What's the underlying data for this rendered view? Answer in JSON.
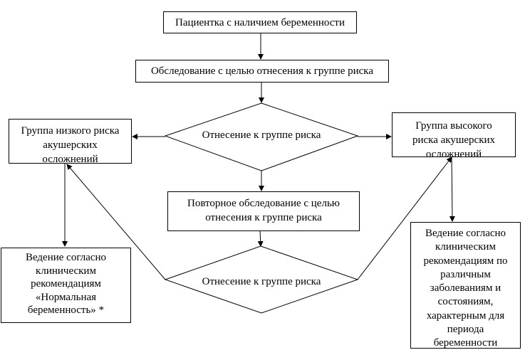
{
  "diagram": {
    "nodes": {
      "start": "Пациентка с наличием беременности",
      "exam": "Обследование с целью отнесения к группе риска",
      "decision1": "Отнесение к группе риска",
      "low_risk": "Группа низкого риска акушерских осложнений",
      "high_risk": "Группа высокого риска акушерских осложнений",
      "repeat_exam": "Повторное обследование с целью отнесения к группе риска",
      "decision2": "Отнесение к группе риска",
      "low_care": "Ведение согласно клиническим рекомендациям «Нормальная беременность» *",
      "high_care": "Ведение согласно клиническим рекомендациям по различным заболеваниям и состояниям, характерным для периода беременности"
    },
    "edges": [
      {
        "from": "start",
        "to": "exam"
      },
      {
        "from": "exam",
        "to": "decision1"
      },
      {
        "from": "decision1",
        "to": "low_risk"
      },
      {
        "from": "decision1",
        "to": "high_risk"
      },
      {
        "from": "decision1",
        "to": "repeat_exam"
      },
      {
        "from": "repeat_exam",
        "to": "decision2"
      },
      {
        "from": "decision2",
        "to": "low_risk"
      },
      {
        "from": "decision2",
        "to": "high_risk"
      },
      {
        "from": "low_risk",
        "to": "low_care"
      },
      {
        "from": "high_risk",
        "to": "high_care"
      }
    ]
  }
}
